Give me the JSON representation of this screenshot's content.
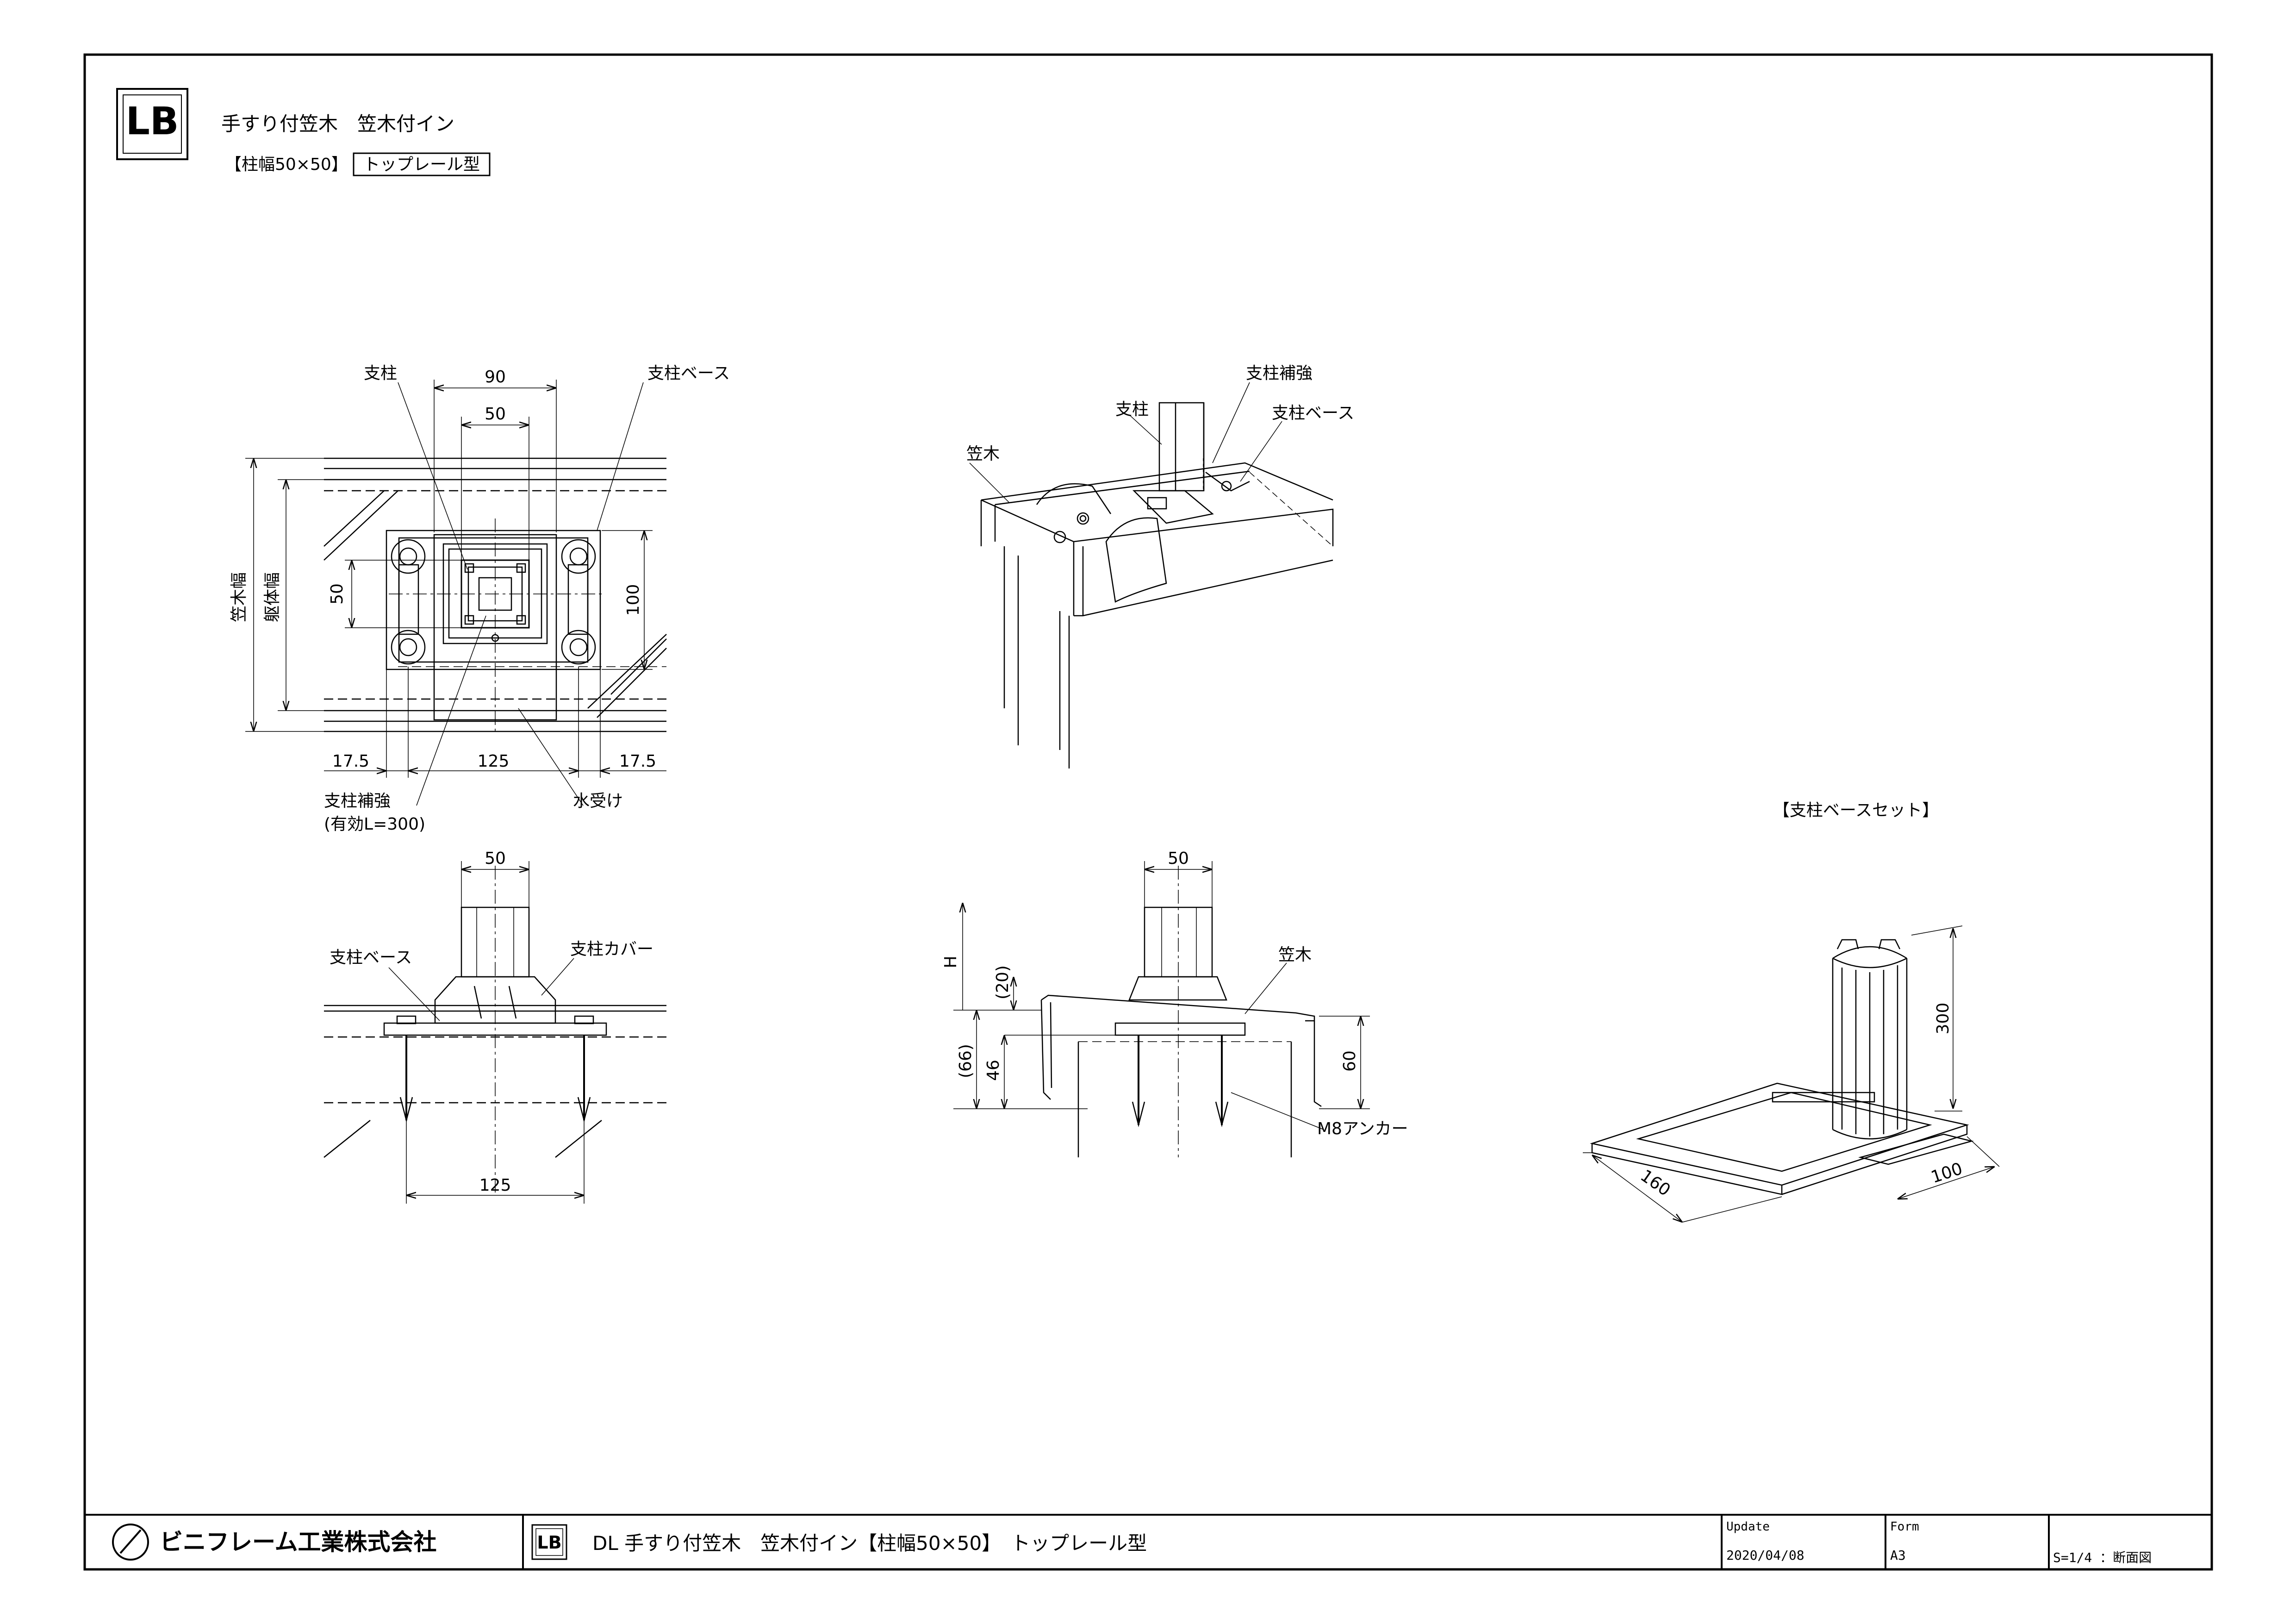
{
  "header": {
    "title": "手すり付笠木　笠木付イン",
    "spec": "【柱幅50×50】",
    "type_box": "トップレール型",
    "logo_text": "LB"
  },
  "views": {
    "plan": {
      "labels": {
        "post": "支柱",
        "post_base": "支柱ベース",
        "coping_width": "笠木幅",
        "body_width": "躯体幅",
        "reinforcement": "支柱補強",
        "reinforcement_len": "(有効L=300)",
        "water_receiver": "水受け"
      },
      "dims": {
        "d90": "90",
        "d50_top": "50",
        "d50_left": "50",
        "d100": "100",
        "d17_5_left": "17.5",
        "d125": "125",
        "d17_5_right": "17.5"
      }
    },
    "iso": {
      "labels": {
        "post": "支柱",
        "reinforcement": "支柱補強",
        "post_base": "支柱ベース",
        "coping": "笠木"
      }
    },
    "front": {
      "labels": {
        "post_base": "支柱ベース",
        "post_cover": "支柱カバー"
      },
      "dims": {
        "d50": "50",
        "d125": "125"
      }
    },
    "side": {
      "labels": {
        "coping": "笠木",
        "anchor": "M8アンカー"
      },
      "dims": {
        "d50": "50",
        "H": "H",
        "d20": "(20)",
        "d66": "(66)",
        "d46": "46",
        "d60": "60"
      }
    },
    "base_set": {
      "title": "【支柱ベースセット】",
      "dims": {
        "d300": "300",
        "d160": "160",
        "d100": "100"
      }
    }
  },
  "title_block": {
    "company": "ビニフレーム工業株式会社",
    "drawing_title": "DL 手すり付笠木　笠木付イン【柱幅50×50】　トップレール型",
    "update_label": "Update",
    "update_value": "2020/04/08",
    "form_label": "Form",
    "form_value": "A3",
    "scale": "S=1/4 ：断面図"
  },
  "colors": {
    "line": "#000000",
    "paper": "#ffffff"
  }
}
